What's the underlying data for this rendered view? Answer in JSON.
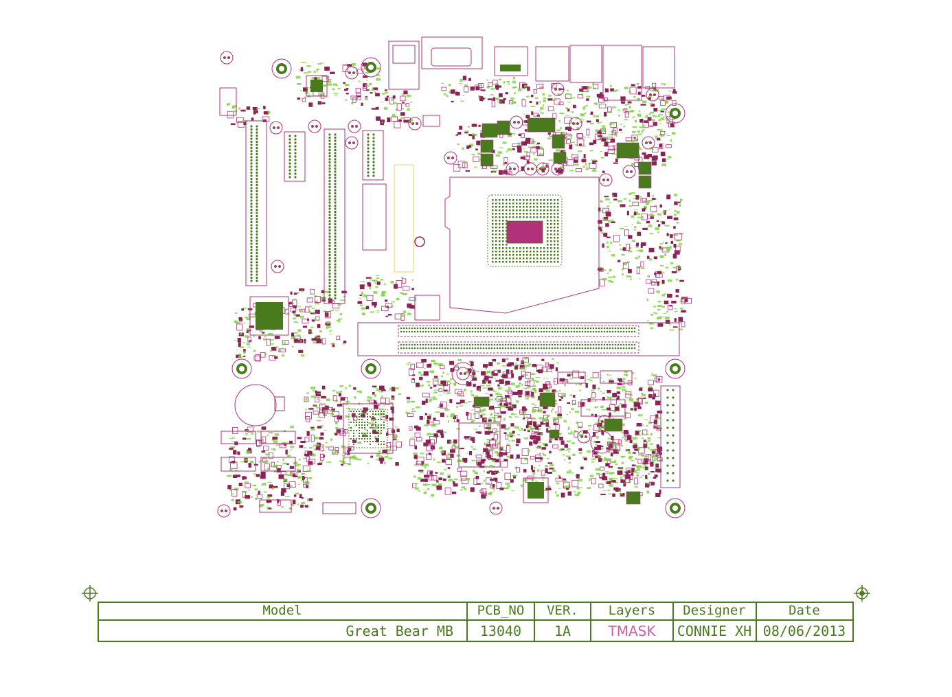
{
  "colors": {
    "outline": "#b0307a",
    "copper": "#4a7a1e",
    "silk": "#7ad13c",
    "pad": "#8a2454",
    "highlight": "#f0d060",
    "layer_text": "#c861a8"
  },
  "title_block": {
    "headers": {
      "model": "Model",
      "pcb_no": "PCB_NO",
      "ver": "VER.",
      "layers": "Layers",
      "designer": "Designer",
      "date": "Date"
    },
    "values": {
      "model": "Great Bear MB",
      "pcb_no": "13040",
      "ver": "1A",
      "layers": "TMASK",
      "designer": "CONNIE XH",
      "date": "08/06/2013"
    }
  },
  "board": {
    "icons": [
      "fiducial-target-icon",
      "mounting-hole-icon",
      "cpu-socket-icon",
      "bga-chip-icon",
      "connector-icon",
      "coin-battery-icon"
    ]
  }
}
